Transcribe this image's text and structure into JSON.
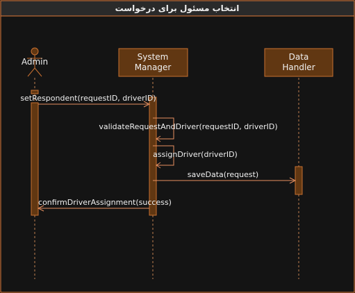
{
  "diagram": {
    "title": "انتخاب مسئول برای درخواست",
    "colors": {
      "background": "#141414",
      "frame": "#e07a3a",
      "title_bar": "#2a2a2a",
      "participant_fill": "#613712",
      "participant_stroke": "#c87030",
      "lifeline": "#c08050",
      "activation_fill": "#613712",
      "arrow": "#e89060",
      "text": "#f0f0f0"
    },
    "participants": [
      {
        "id": "admin",
        "kind": "actor",
        "label": "Admin"
      },
      {
        "id": "system",
        "kind": "box",
        "label_line1": "System",
        "label_line2": "Manager"
      },
      {
        "id": "data",
        "kind": "box",
        "label_line1": "Data",
        "label_line2": "Handler"
      }
    ],
    "messages": [
      {
        "from": "admin",
        "to": "system",
        "label": "setRespondent(requestID, driverID)"
      },
      {
        "from": "system",
        "to": "system",
        "label": "validateRequestAndDriver(requestID, driverID)"
      },
      {
        "from": "system",
        "to": "system",
        "label": "assignDriver(driverID)"
      },
      {
        "from": "system",
        "to": "data",
        "label": "saveData(request)"
      },
      {
        "from": "system",
        "to": "admin",
        "label": "confirmDriverAssignment(success)"
      }
    ]
  }
}
